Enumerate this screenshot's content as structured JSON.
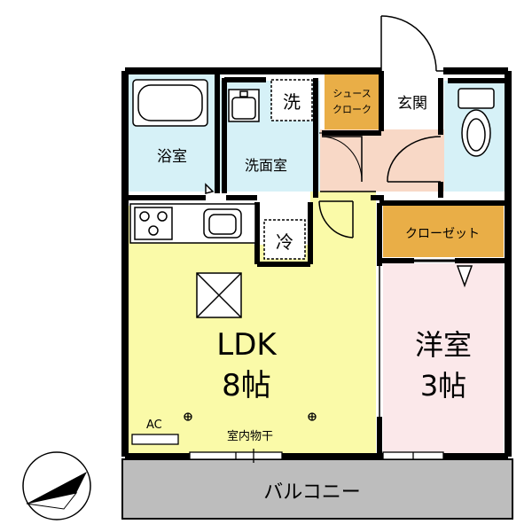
{
  "rooms": {
    "bath": "浴室",
    "washroom": "洗面室",
    "washer": "洗",
    "shoe_closet_line1": "シュース",
    "shoe_closet_line2": "クローク",
    "entrance": "玄関",
    "closet": "クローゼット",
    "fridge": "冷",
    "ldk_name": "LDK",
    "ldk_size": "8帖",
    "western_name": "洋室",
    "western_size": "3帖",
    "ac": "AC",
    "indoor_drying": "室内物干",
    "balcony": "バルコニー"
  },
  "colors": {
    "ldk_floor": "#fafaa8",
    "western_floor": "#fbe8ea",
    "wet_area_floor": "#d6f1f7",
    "entrance_floor": "#f8d8c6",
    "storage": "#e9ae47",
    "balcony": "#bdbdbd",
    "wall": "#000000"
  },
  "icons": {
    "compass": "north-arrow-icon",
    "ventilation": "ventilation-fan-icon",
    "outlet": "ceiling-outlet-icon"
  }
}
